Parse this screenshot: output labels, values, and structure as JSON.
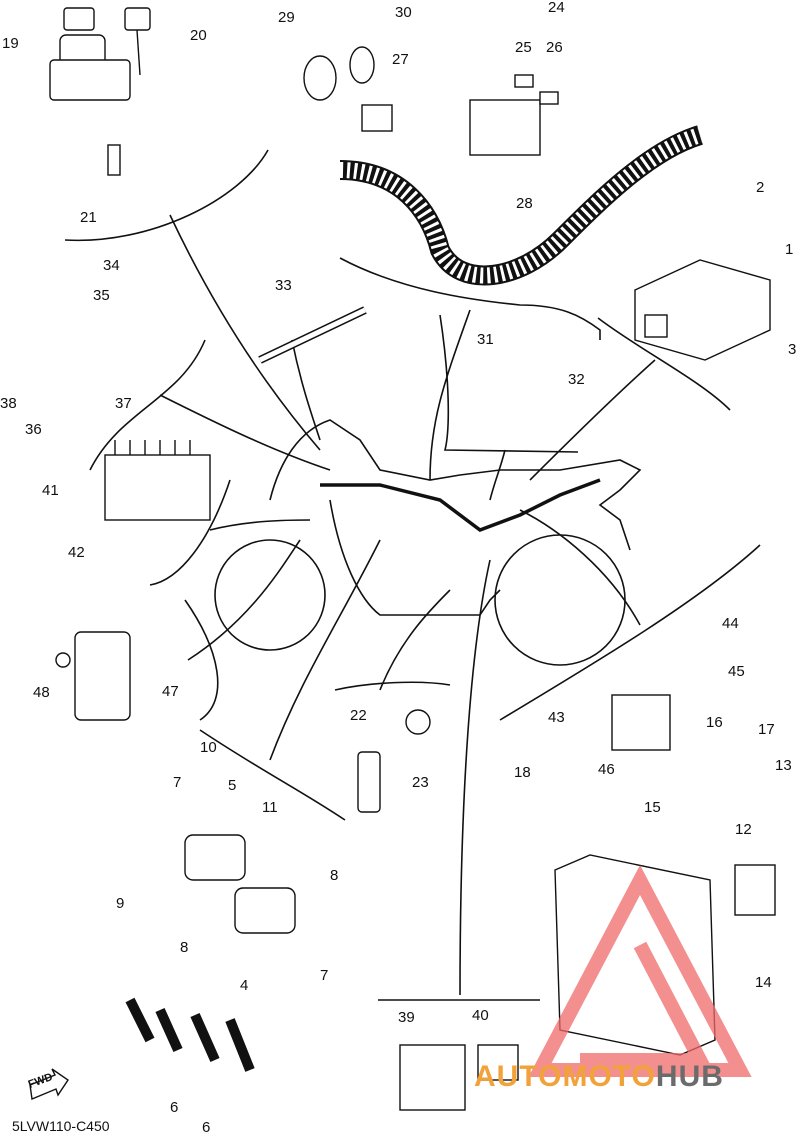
{
  "diagram": {
    "code": "5LVW110-C450",
    "fwd_label": "FWD",
    "labels": [
      {
        "id": "1",
        "text": "1"
      },
      {
        "id": "2",
        "text": "2"
      },
      {
        "id": "3",
        "text": "3"
      },
      {
        "id": "4",
        "text": "4"
      },
      {
        "id": "5",
        "text": "5"
      },
      {
        "id": "6a",
        "text": "6"
      },
      {
        "id": "6b",
        "text": "6"
      },
      {
        "id": "7a",
        "text": "7"
      },
      {
        "id": "7b",
        "text": "7"
      },
      {
        "id": "8a",
        "text": "8"
      },
      {
        "id": "8b",
        "text": "8"
      },
      {
        "id": "9",
        "text": "9"
      },
      {
        "id": "10",
        "text": "10"
      },
      {
        "id": "11",
        "text": "11"
      },
      {
        "id": "12",
        "text": "12"
      },
      {
        "id": "13",
        "text": "13"
      },
      {
        "id": "14",
        "text": "14"
      },
      {
        "id": "15",
        "text": "15"
      },
      {
        "id": "16",
        "text": "16"
      },
      {
        "id": "17",
        "text": "17"
      },
      {
        "id": "18",
        "text": "18"
      },
      {
        "id": "19",
        "text": "19"
      },
      {
        "id": "20",
        "text": "20"
      },
      {
        "id": "21",
        "text": "21"
      },
      {
        "id": "22",
        "text": "22"
      },
      {
        "id": "23",
        "text": "23"
      },
      {
        "id": "24",
        "text": "24"
      },
      {
        "id": "25",
        "text": "25"
      },
      {
        "id": "26",
        "text": "26"
      },
      {
        "id": "27",
        "text": "27"
      },
      {
        "id": "28",
        "text": "28"
      },
      {
        "id": "29",
        "text": "29"
      },
      {
        "id": "30",
        "text": "30"
      },
      {
        "id": "31",
        "text": "31"
      },
      {
        "id": "32",
        "text": "32"
      },
      {
        "id": "33",
        "text": "33"
      },
      {
        "id": "34",
        "text": "34"
      },
      {
        "id": "35",
        "text": "35"
      },
      {
        "id": "36",
        "text": "36"
      },
      {
        "id": "37",
        "text": "37"
      },
      {
        "id": "38",
        "text": "38"
      },
      {
        "id": "39",
        "text": "39"
      },
      {
        "id": "40",
        "text": "40"
      },
      {
        "id": "41",
        "text": "41"
      },
      {
        "id": "42",
        "text": "42"
      },
      {
        "id": "43",
        "text": "43"
      },
      {
        "id": "44",
        "text": "44"
      },
      {
        "id": "45",
        "text": "45"
      },
      {
        "id": "46",
        "text": "46"
      },
      {
        "id": "47",
        "text": "47"
      },
      {
        "id": "48",
        "text": "48"
      }
    ]
  },
  "watermark": {
    "part1": "AUTOMOTO",
    "part2": "HUB",
    "color_main": "#f2a23a",
    "color_dark": "#6b6b6b",
    "triangle_color": "#f06a6a"
  }
}
